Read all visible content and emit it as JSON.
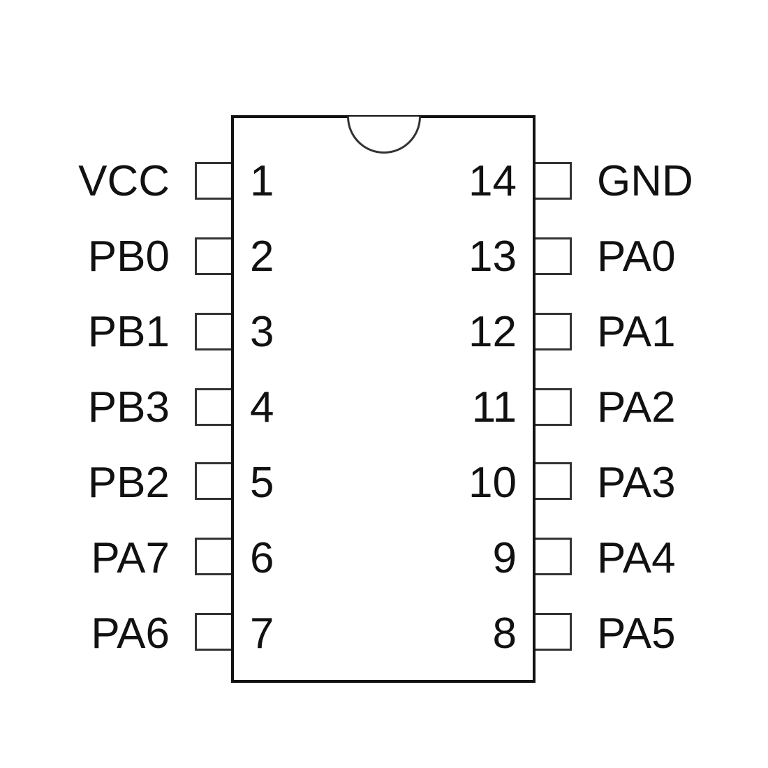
{
  "diagram": {
    "type": "ic-pinout",
    "package": "14-pin DIP",
    "left_pins": [
      {
        "number": "1",
        "name": "VCC"
      },
      {
        "number": "2",
        "name": "PB0"
      },
      {
        "number": "3",
        "name": "PB1"
      },
      {
        "number": "4",
        "name": "PB3"
      },
      {
        "number": "5",
        "name": "PB2"
      },
      {
        "number": "6",
        "name": "PA7"
      },
      {
        "number": "7",
        "name": "PA6"
      }
    ],
    "right_pins": [
      {
        "number": "14",
        "name": "GND"
      },
      {
        "number": "13",
        "name": "PA0"
      },
      {
        "number": "12",
        "name": "PA1"
      },
      {
        "number": "11",
        "name": "PA2"
      },
      {
        "number": "10",
        "name": "PA3"
      },
      {
        "number": "9",
        "name": "PA4"
      },
      {
        "number": "8",
        "name": "PA5"
      }
    ]
  }
}
